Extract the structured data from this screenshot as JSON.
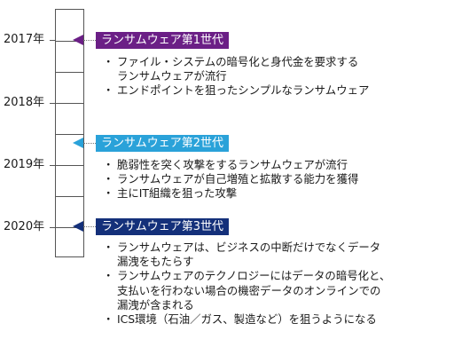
{
  "timeline": {
    "years": [
      "2017年",
      "2018年",
      "2019年",
      "2020年"
    ]
  },
  "generations": [
    {
      "label": "ランサムウェア第1世代",
      "color": "#6b1f86",
      "items": [
        [
          "ファイル・システムの暗号化と身代金を要求する",
          "ランサムウェアが流行"
        ],
        [
          "エンドポイントを狙ったシンプルなランサムウェア"
        ]
      ]
    },
    {
      "label": "ランサムウェア第2世代",
      "color": "#2aa2d9",
      "items": [
        [
          "脆弱性を突く攻撃をするランサムウェアが流行"
        ],
        [
          "ランサムウェアが自己増殖と拡散する能力を獲得"
        ],
        [
          "主にIT組織を狙った攻撃"
        ]
      ]
    },
    {
      "label": "ランサムウェア第3世代",
      "color": "#14307a",
      "items": [
        [
          "ランサムウェアは、ビジネスの中断だけでなくデータ",
          "漏洩をもたらす"
        ],
        [
          "ランサムウェアのテクノロジーにはデータの暗号化と、",
          "支払いを行わない場合の機密データのオンラインでの",
          "漏洩が含まれる"
        ],
        [
          "ICS環境（石油／ガス、製造など）を狙うようになる"
        ]
      ]
    }
  ]
}
